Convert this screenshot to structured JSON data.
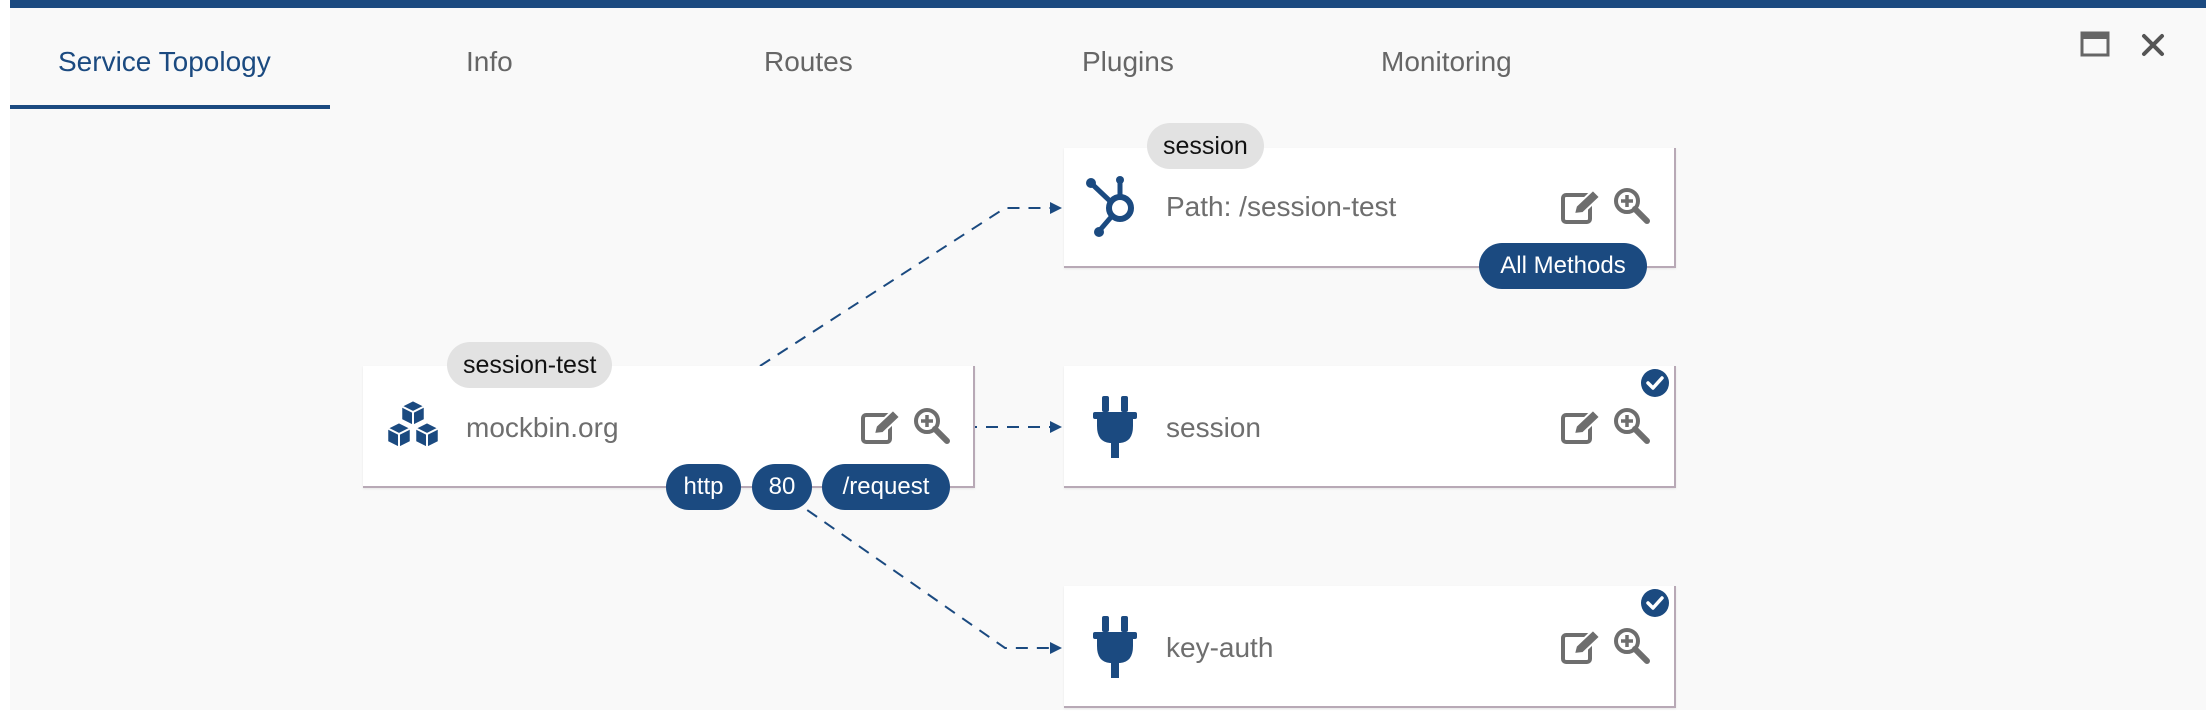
{
  "tabs": [
    {
      "label": "Service Topology",
      "active": true
    },
    {
      "label": "Info",
      "active": false
    },
    {
      "label": "Routes",
      "active": false
    },
    {
      "label": "Plugins",
      "active": false
    },
    {
      "label": "Monitoring",
      "active": false
    }
  ],
  "window_controls": {
    "maximize_icon": "window-maximize-icon",
    "close_icon": "close-icon"
  },
  "service": {
    "name": "session-test",
    "host": "mockbin.org",
    "icon": "cubes-icon",
    "badges": {
      "protocol": "http",
      "port": "80",
      "path": "/request"
    }
  },
  "route": {
    "name": "session",
    "label": "Path: /session-test",
    "icon": "hub-icon",
    "methods_badge": "All Methods"
  },
  "plugins": [
    {
      "label": "session",
      "icon": "plug-icon",
      "enabled": true
    },
    {
      "label": "key-auth",
      "icon": "plug-icon",
      "enabled": true
    }
  ],
  "colors": {
    "accent": "#1b4a80",
    "icon_gray": "#6e6e6e",
    "bubble_bg": "#e2e2e2",
    "panel_bg": "#f9f9f9"
  }
}
